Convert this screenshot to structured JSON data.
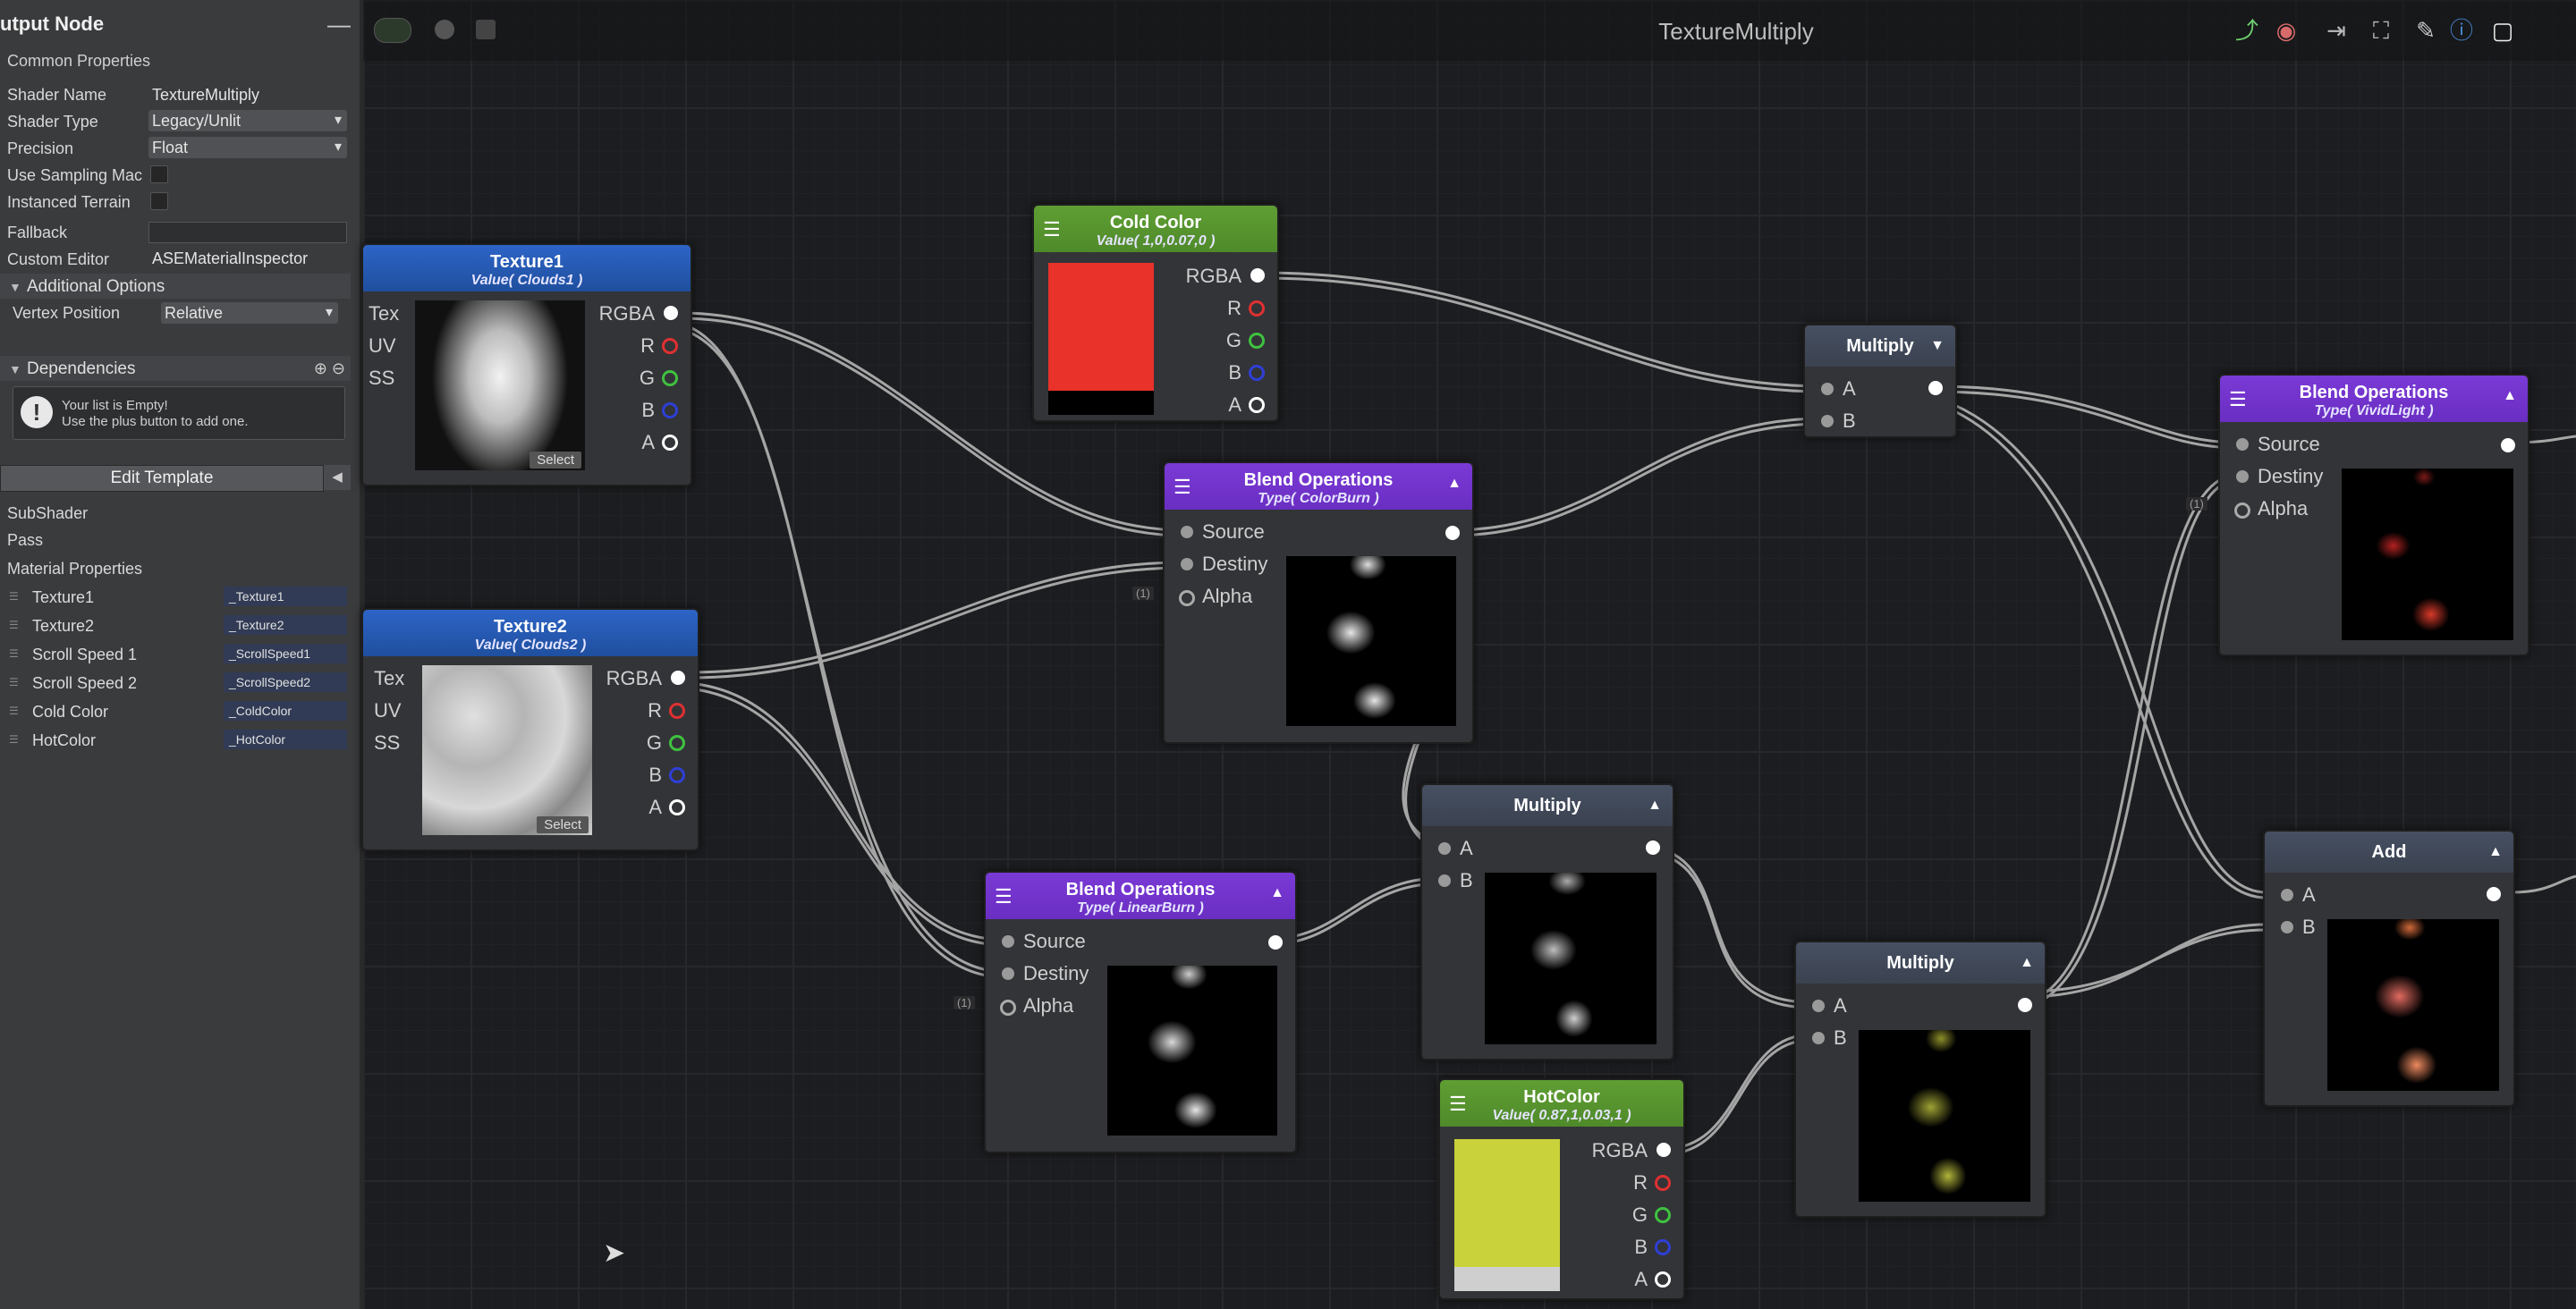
{
  "panel": {
    "title": "utput Node",
    "common_properties": "Common Properties",
    "shader_name_label": "Shader Name",
    "shader_name_value": "TextureMultiply",
    "shader_type_label": "Shader Type",
    "shader_type_value": "Legacy/Unlit",
    "precision_label": "Precision",
    "precision_value": "Float",
    "use_sampling_label": "Use Sampling Mac",
    "instanced_terrain_label": "Instanced Terrain",
    "fallback_label": "Fallback",
    "custom_editor_label": "Custom Editor",
    "custom_editor_value": "ASEMaterialInspector",
    "additional_options": "Additional Options",
    "vertex_position_label": "Vertex Position",
    "vertex_position_value": "Relative",
    "dependencies": "Dependencies",
    "deps_empty_line1": "Your list is Empty!",
    "deps_empty_line2": "Use the plus button to add one.",
    "edit_template": "Edit Template",
    "subshader": "SubShader",
    "pass": "Pass",
    "material_properties": "Material Properties",
    "properties": [
      {
        "name": "Texture1",
        "value": "_Texture1"
      },
      {
        "name": "Texture2",
        "value": "_Texture2"
      },
      {
        "name": "Scroll Speed 1",
        "value": "_ScrollSpeed1"
      },
      {
        "name": "Scroll Speed 2",
        "value": "_ScrollSpeed2"
      },
      {
        "name": "Cold Color",
        "value": "_ColdColor"
      },
      {
        "name": "HotColor",
        "value": "_HotColor"
      }
    ]
  },
  "canvas": {
    "title": "TextureMultiply",
    "toolbar_icons": [
      "share-icon",
      "camera-icon",
      "focus-icon",
      "fit-icon",
      "brush-icon",
      "info-icon",
      "maximize-icon"
    ]
  },
  "nodes": {
    "texture1": {
      "title": "Texture1",
      "subtitle": "Value( Clouds1 )",
      "in": [
        "Tex",
        "UV",
        "SS"
      ],
      "out": [
        "RGBA",
        "R",
        "G",
        "B",
        "A"
      ],
      "select": "Select"
    },
    "texture2": {
      "title": "Texture2",
      "subtitle": "Value( Clouds2 )",
      "in": [
        "Tex",
        "UV",
        "SS"
      ],
      "out": [
        "RGBA",
        "R",
        "G",
        "B",
        "A"
      ],
      "select": "Select"
    },
    "cold_color": {
      "title": "Cold Color",
      "subtitle": "Value( 1,0,0.07,0 )",
      "out": [
        "RGBA",
        "R",
        "G",
        "B",
        "A"
      ],
      "color": "#e8322a"
    },
    "blend_colorburn": {
      "title": "Blend Operations",
      "subtitle": "Type( ColorBurn )",
      "in": [
        "Source",
        "Destiny",
        "Alpha"
      ]
    },
    "blend_linearburn": {
      "title": "Blend Operations",
      "subtitle": "Type( LinearBurn )",
      "in": [
        "Source",
        "Destiny",
        "Alpha"
      ]
    },
    "multiply_top": {
      "title": "Multiply",
      "in": [
        "A",
        "B"
      ]
    },
    "multiply_mid": {
      "title": "Multiply",
      "in": [
        "A",
        "B"
      ]
    },
    "multiply_low": {
      "title": "Multiply",
      "in": [
        "A",
        "B"
      ]
    },
    "blend_vividlight": {
      "title": "Blend Operations",
      "subtitle": "Type( VividLight )",
      "in": [
        "Source",
        "Destiny",
        "Alpha"
      ]
    },
    "add": {
      "title": "Add",
      "in": [
        "A",
        "B"
      ]
    },
    "hot_color": {
      "title": "HotColor",
      "subtitle": "Value( 0.87,1,0.03,1 )",
      "out": [
        "RGBA",
        "R",
        "G",
        "B",
        "A"
      ],
      "color": "#c9d23a"
    }
  },
  "colors": {
    "texture_header": "#1f4f9e",
    "color_header": "#4f8a2a",
    "blend_header": "#6a2ec2",
    "math_header": "#3b4250",
    "port_r": "#e03030",
    "port_g": "#3fc23f",
    "port_b": "#2e3fd6"
  }
}
